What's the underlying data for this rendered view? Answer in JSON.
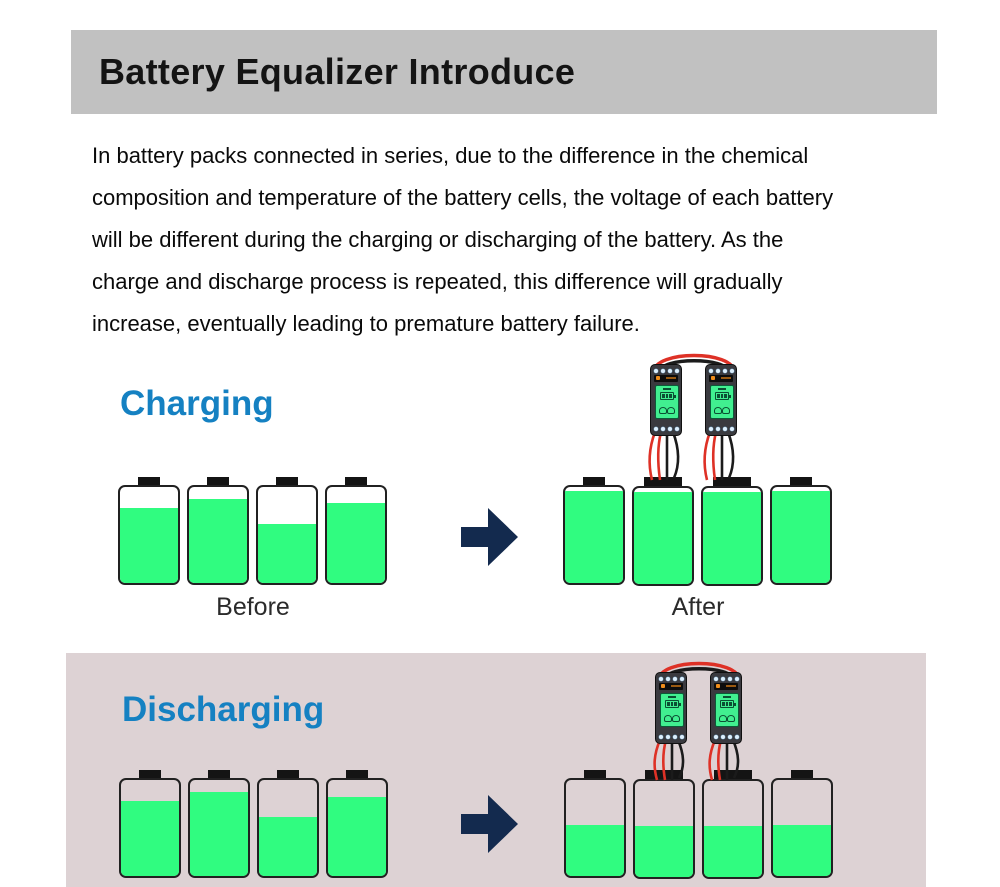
{
  "header": {
    "title": "Battery Equalizer Introduce"
  },
  "intro": {
    "lines": [
      "In battery packs connected in series, due to the difference in the chemical",
      "composition and temperature of the battery cells, the voltage of each battery",
      "will be different during the charging or discharging of the battery. As the",
      "charge and discharge process is repeated, this difference will gradually",
      "increase, eventually leading to premature battery failure."
    ]
  },
  "charging": {
    "heading": "Charging",
    "before": {
      "label": "Before",
      "fills_percent": [
        78,
        88,
        61,
        83
      ]
    },
    "after": {
      "label": "After",
      "fills_percent": [
        96,
        96,
        96,
        96
      ]
    }
  },
  "discharging": {
    "heading": "Discharging",
    "before": {
      "fills_percent": [
        78,
        88,
        61,
        82
      ]
    },
    "after": {
      "fills_percent": [
        53,
        53,
        53,
        53
      ]
    }
  },
  "icons": {
    "transform_arrow": "right-arrow-icon",
    "equalizer_device": "battery-equalizer-device",
    "battery": "battery-icon"
  },
  "colors": {
    "header_gray": "#c1c1c1",
    "heading_blue": "#1581c2",
    "battery_green": "#30fc80",
    "arrow_navy": "#132a4e",
    "panel_pink": "#ddd2d4",
    "wire_red": "#de3126",
    "wire_black": "#1b1b1b"
  }
}
